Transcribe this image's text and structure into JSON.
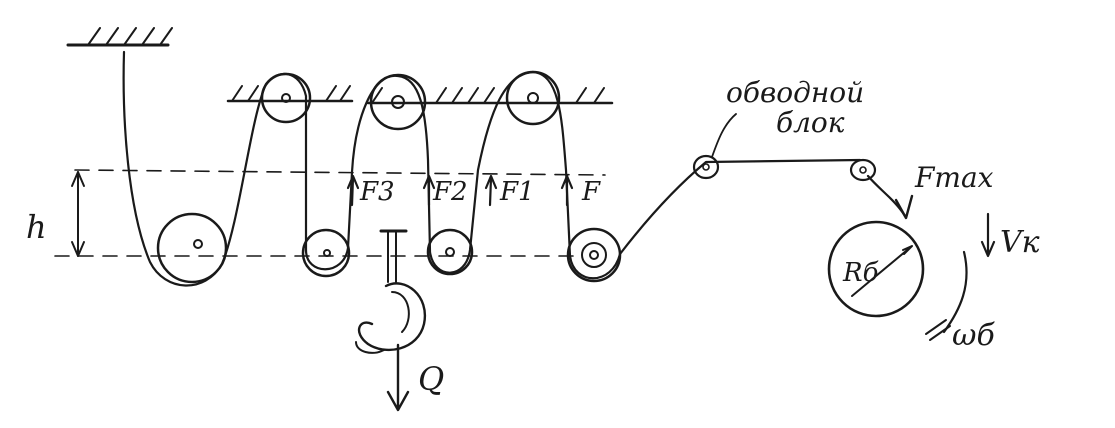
{
  "labels": {
    "h": "h",
    "f3": "F3",
    "f2": "F2",
    "f1": "F1",
    "f": "F",
    "fmax": "Fmax",
    "q": "Q",
    "vk": "Vк",
    "rb": "Rб",
    "omega": "ωб",
    "deflector_line1": "обводной",
    "deflector_line2": "блок"
  },
  "colors": {
    "ink": "#1a1a1a",
    "paper": "#ffffff"
  }
}
